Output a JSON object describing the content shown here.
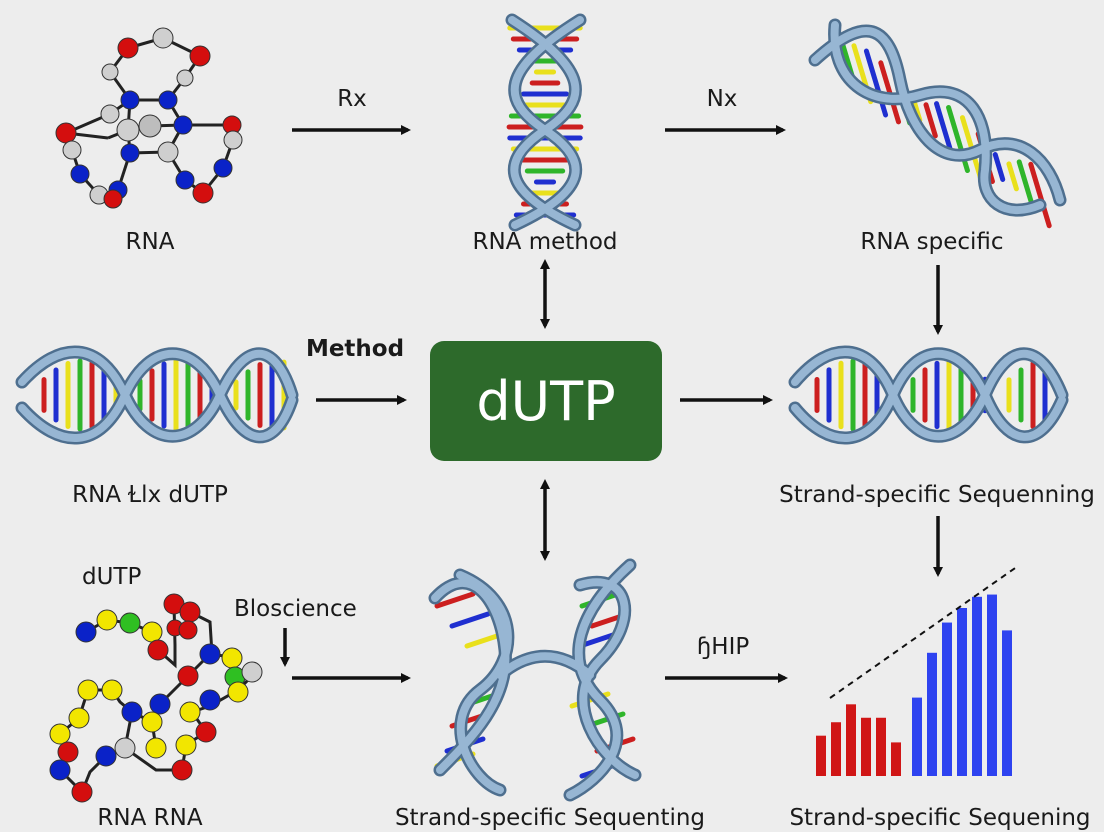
{
  "center": {
    "label": "dUTP",
    "color": "#2d6a2b"
  },
  "labels": {
    "rna": "RNA",
    "arrow_rx": "Rx",
    "rna_method": "RNA method",
    "arrow_nx": "Nx",
    "rna_specific": "RNA specific",
    "arrow_method": "Method",
    "rna_elx_dutp": "RNA Ɫlx dUTP",
    "strand_specific_right": "Strand-specific Sequenning",
    "dutp_small": "dUTP",
    "bioscience": "Bloscience",
    "rna_rna": "RNA RNA",
    "strand_specific_bottom": "Strand-specific Sequenting",
    "arrow_hip": "ɧHIP",
    "strand_specific_chart": "Strand-specific Sequening"
  },
  "colors": {
    "backbone": "#4e6f8f",
    "base_red": "#cc1f1f",
    "base_blue": "#1f2fd0",
    "base_yellow": "#e9e01c",
    "base_green": "#2fb52a",
    "atom_red": "#d40e0e",
    "atom_blue": "#0a22c8",
    "atom_gray": "#c8c8c8",
    "atom_yellow": "#f2e600",
    "atom_green": "#2fbf22",
    "bar_red": "#d01616",
    "bar_blue": "#2e43f0"
  },
  "chart_data": {
    "type": "bar",
    "series": [
      {
        "name": "",
        "values": [
          3.6,
          4.8,
          6.4,
          5.2,
          5.2,
          3.0
        ],
        "color": "#d01616"
      },
      {
        "name": "",
        "values": [
          7.0,
          11.0,
          13.7,
          15.0,
          16.0,
          16.2,
          13.0
        ],
        "color": "#2e43f0"
      }
    ],
    "trendline": "dashed",
    "title": "",
    "xlabel": "",
    "ylabel": ""
  }
}
